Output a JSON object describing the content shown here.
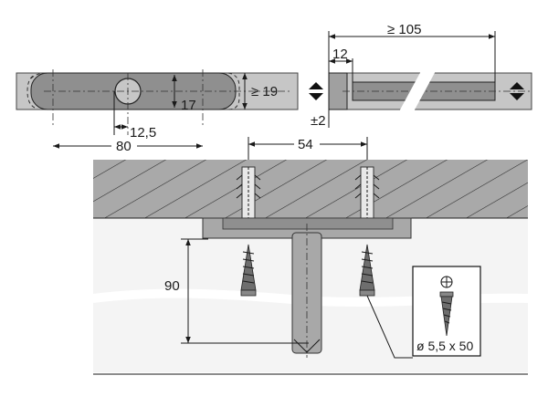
{
  "dimensions": {
    "height_min": "≥ 19",
    "height": "17",
    "hole_offset": "12,5",
    "width": "80",
    "length_min": "≥ 105",
    "offset": "12",
    "tolerance": "±2",
    "spacing": "54",
    "depth": "90"
  },
  "screw_spec": "ø 5,5 x 50",
  "icons": {
    "phillips": "phillips-screwdriver-icon",
    "adjust": "height-adjust-arrows-icon"
  },
  "colors": {
    "part_fill": "#bfbfbf",
    "ceiling_fill": "#a8a8a8",
    "slot_fill": "#8f8f8f",
    "line": "#1a1a1a"
  }
}
